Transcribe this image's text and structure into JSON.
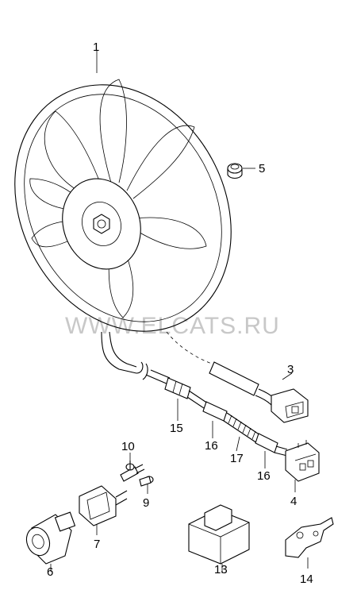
{
  "watermark": "WWW.ELCATS.RU",
  "callouts": {
    "c1": "1",
    "c3": "3",
    "c4": "4",
    "c5": "5",
    "c6": "6",
    "c7": "7",
    "c9": "9",
    "c10": "10",
    "c13": "13",
    "c14": "14",
    "c15": "15",
    "c16a": "16",
    "c16b": "16",
    "c17": "17"
  }
}
